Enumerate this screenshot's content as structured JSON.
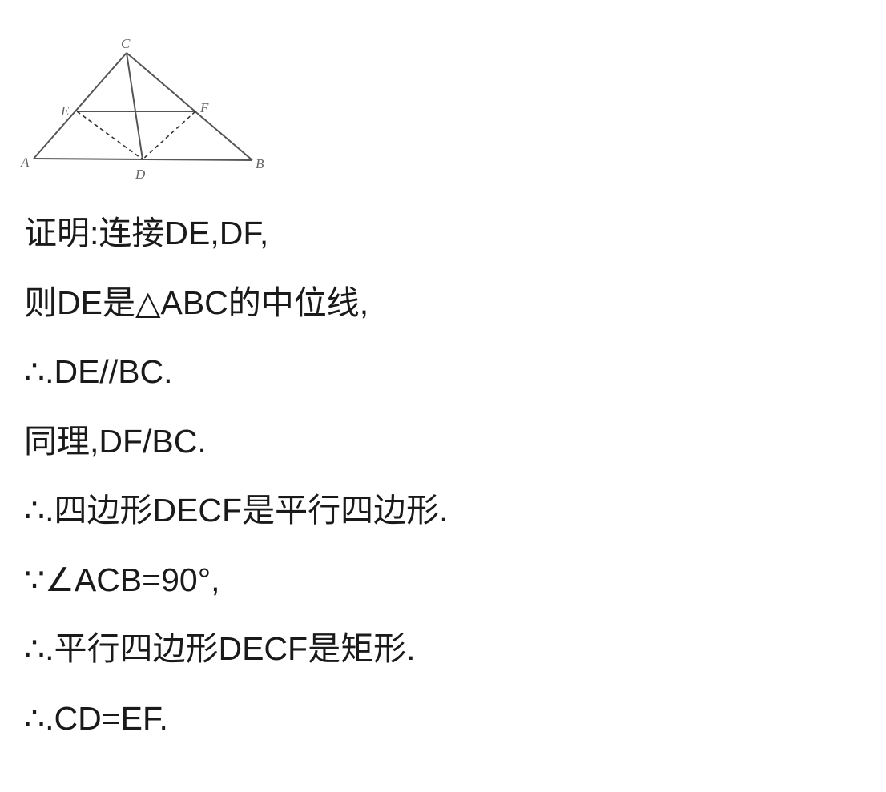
{
  "figure": {
    "labels": {
      "A": "A",
      "B": "B",
      "C": "C",
      "D": "D",
      "E": "E",
      "F": "F"
    }
  },
  "proof": {
    "lines": [
      "证明:连接DE,DF,",
      "则DE是△ABC的中位线,",
      "∴.DE//BC.",
      "同理,DF/BC.",
      "∴.四边形DECF是平行四边形.",
      "∵∠ACB=90°,",
      "∴.平行四边形DECF是矩形.",
      "∴.CD=EF."
    ]
  }
}
